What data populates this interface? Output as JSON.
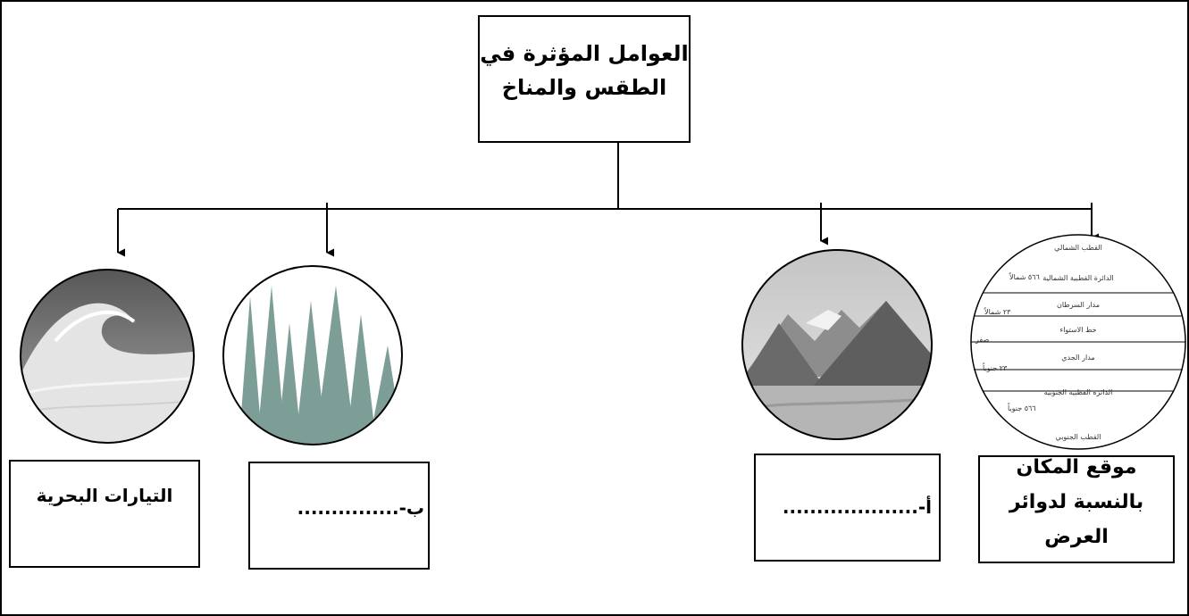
{
  "diagram": {
    "title": "العوامل المؤثرة في الطقس والمناخ",
    "title_lines": [
      "العوامل المؤثرة في",
      "الطقس والمناخ"
    ],
    "factors": [
      {
        "id": "latitude",
        "label_lines": [
          "موقع المكان",
          "بالنسبة لدوائر",
          "العرض"
        ],
        "image": "latitude-globe"
      },
      {
        "id": "a",
        "label": "أ-....................",
        "image": "mountains"
      },
      {
        "id": "b",
        "label": "ب-...............",
        "image": "forest"
      },
      {
        "id": "currents",
        "label": "التيارات البحرية",
        "image": "ocean-wave"
      }
    ]
  },
  "globe": {
    "bands": [
      "القطب الشمالي",
      "الدائرة القطبية الشمالية",
      "مدار السرطان",
      "خط الاستواء",
      "مدار الجدي",
      "الدائرة القطبية الجنوبية",
      "القطب الجنوبي"
    ],
    "side_labels": [
      "٥٦٦ شمالاً",
      "٢٣ شمالاً",
      "صفر",
      "٢٣ جنوباً",
      "٥٦٦ جنوباً"
    ]
  },
  "colors": {
    "line": "#000000",
    "tree": "#7c9e97",
    "sky": "#cfcfcf",
    "mountain": "#5e5e5e"
  }
}
